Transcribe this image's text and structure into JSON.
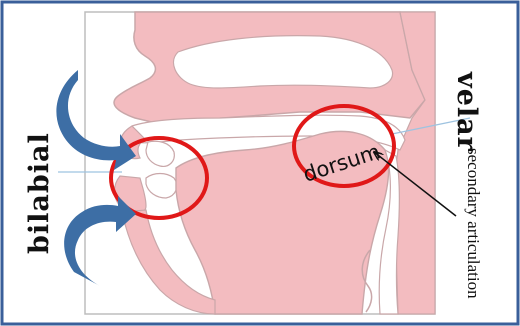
{
  "labels": {
    "bilabial": "bilabial",
    "velar": "velar",
    "dorsum": "dorsum",
    "secondary_articulation": "secondary articulation"
  },
  "colors": {
    "tissue": "#f3bcc0",
    "tissue_edge": "#c9a7a9",
    "highlight_circle": "#e01818",
    "airflow_arrow": "#3d6ea5",
    "border": "#3a5f9a"
  },
  "icons": {
    "upper_arrow": "curved-arrow-icon",
    "lower_arrow": "curved-arrow-icon"
  }
}
